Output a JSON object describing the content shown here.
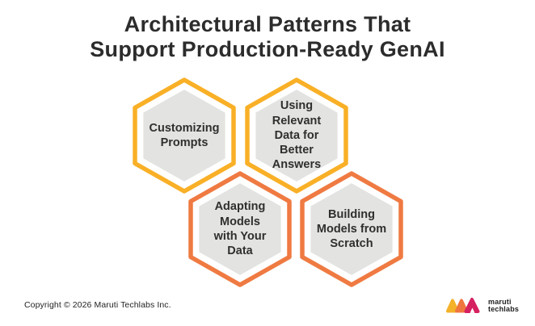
{
  "title": "Architectural Patterns That\nSupport Production-Ready GenAI",
  "colors": {
    "yellow_border": "#F9B027",
    "orange_border": "#EF7A42",
    "hex_fill": "#E3E3E1",
    "title_text": "#2C2C2C",
    "hex_text": "#2F2F2F",
    "logo_yellow": "#F3B229",
    "logo_orange": "#F0763F",
    "logo_magenta": "#D62160"
  },
  "hexagons": [
    {
      "label": "Customizing\nPrompts",
      "border_color": "#F9B027"
    },
    {
      "label": "Using\nRelevant\nData for\nBetter\nAnswers",
      "border_color": "#F9B027"
    },
    {
      "label": "Adapting\nModels\nwith Your\nData",
      "border_color": "#EF7A42"
    },
    {
      "label": "Building\nModels from\nScratch",
      "border_color": "#EF7A42"
    }
  ],
  "footer": {
    "copyright": "Copyright © 2026 Maruti Techlabs Inc.",
    "logo": {
      "line1": "maruti",
      "line2": "techlabs"
    }
  }
}
